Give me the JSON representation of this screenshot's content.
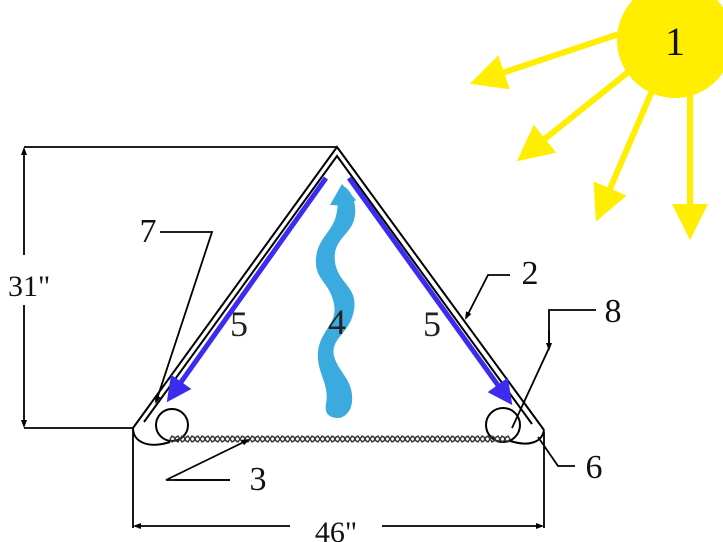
{
  "diagram": {
    "labels": {
      "sun": "1",
      "cover": "2",
      "absorber": "3",
      "airflow": "4",
      "reflect_left": "5",
      "reflect_right": "5",
      "bottom_right": "6",
      "top_left": "7",
      "right_roller": "8"
    },
    "dimensions": {
      "height": "31\"",
      "width": "46\""
    },
    "colors": {
      "sun": "#ffee00",
      "sun_rays": "#ffee00",
      "arrows": "#3b2cf0",
      "airflow": "#3aaadf",
      "lines": "#000000"
    }
  }
}
